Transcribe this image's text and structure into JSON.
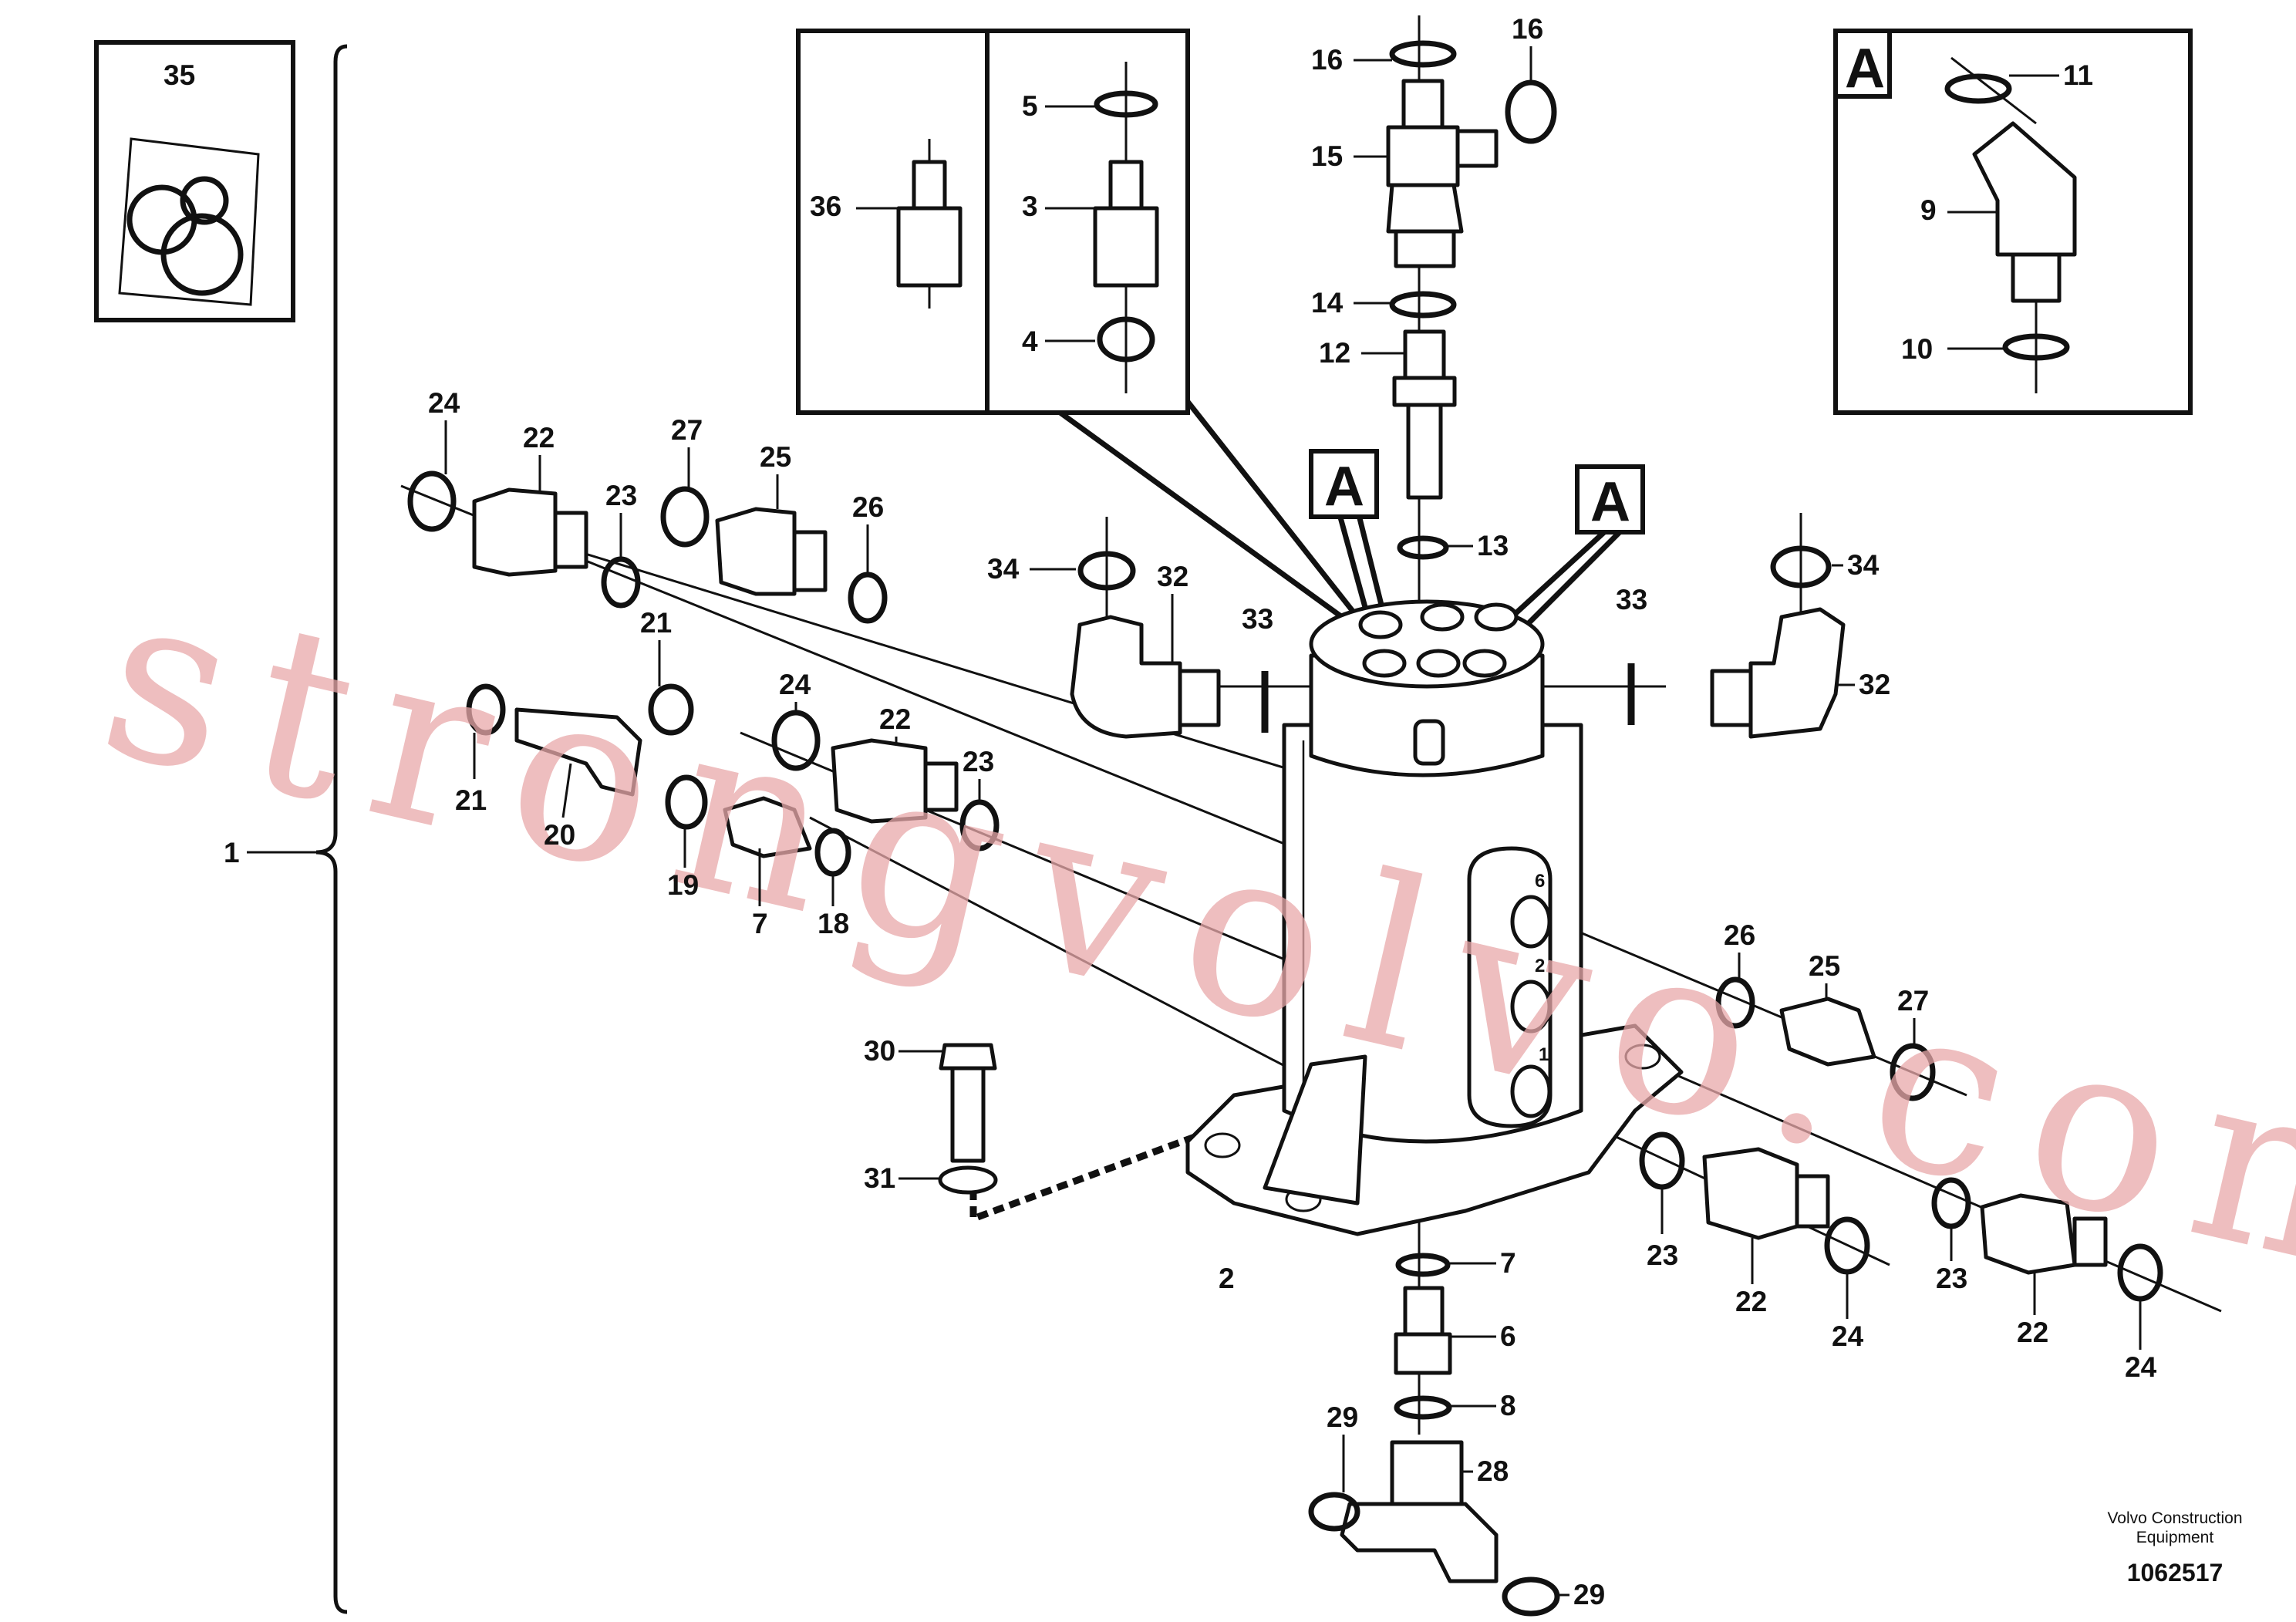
{
  "callouts": {
    "c1": "1",
    "c2": "2",
    "c3": "3",
    "c4": "4",
    "c5": "5",
    "c6": "6",
    "c7a": "7",
    "c7b": "7",
    "c8": "8",
    "c9": "9",
    "c10": "10",
    "c11": "11",
    "c12": "12",
    "c13": "13",
    "c14": "14",
    "c15": "15",
    "c16a": "16",
    "c16b": "16",
    "c18": "18",
    "c19": "19",
    "c20": "20",
    "c21a": "21",
    "c21b": "21",
    "c22a": "22",
    "c22b": "22",
    "c22c": "22",
    "c22d": "22",
    "c23a": "23",
    "c23b": "23",
    "c23c": "23",
    "c23d": "23",
    "c24a": "24",
    "c24b": "24",
    "c24c": "24",
    "c24d": "24",
    "c25a": "25",
    "c25b": "25",
    "c26a": "26",
    "c26b": "26",
    "c27a": "27",
    "c27b": "27",
    "c28": "28",
    "c29a": "29",
    "c29b": "29",
    "c30": "30",
    "c31": "31",
    "c32a": "32",
    "c32b": "32",
    "c33a": "33",
    "c33b": "33",
    "c34a": "34",
    "c34b": "34",
    "c35": "35",
    "c36": "36"
  },
  "detail_markers": {
    "a1": "A",
    "a2": "A",
    "a3": "A"
  },
  "port_numbers": {
    "p6": "6",
    "p2": "2",
    "p1": "1"
  },
  "watermark": "strongvolvo.com",
  "publisher": {
    "line1": "Volvo Construction",
    "line2": "Equipment"
  },
  "document_number": "1062517"
}
